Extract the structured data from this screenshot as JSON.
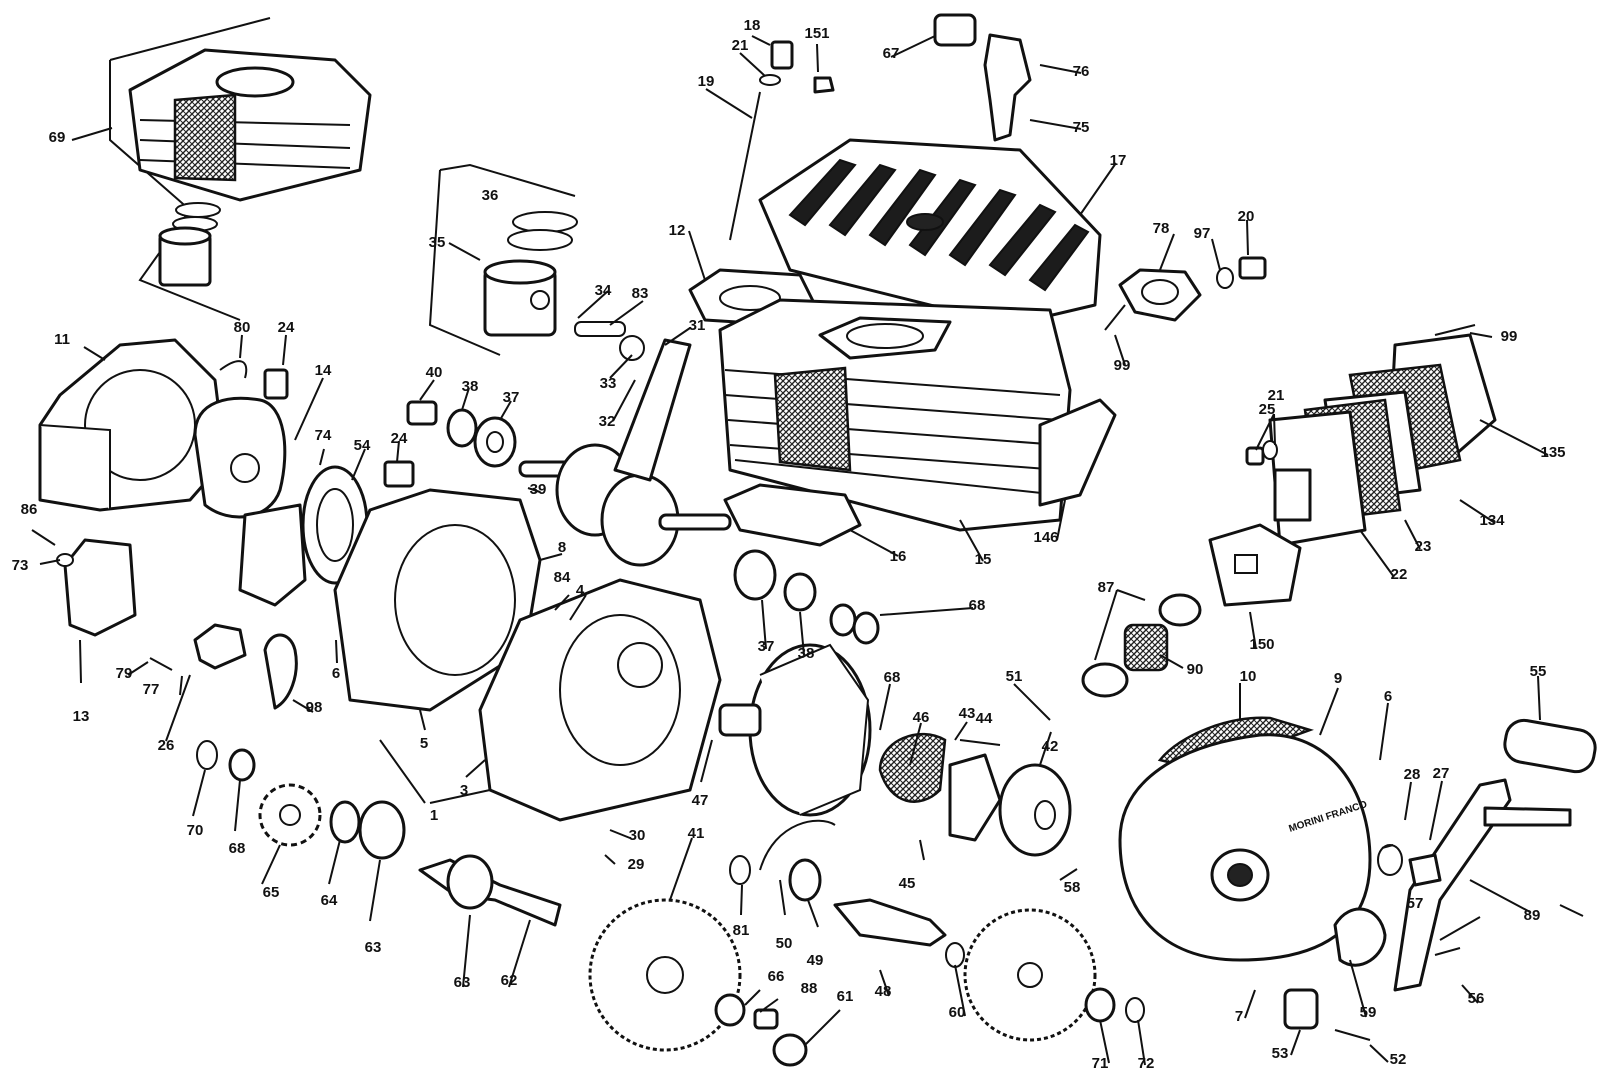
{
  "callouts": [
    {
      "id": "c69",
      "text": "69"
    },
    {
      "id": "c18",
      "text": "18"
    },
    {
      "id": "c151",
      "text": "151"
    },
    {
      "id": "c21a",
      "text": "21"
    },
    {
      "id": "c19",
      "text": "19"
    },
    {
      "id": "c67",
      "text": "67"
    },
    {
      "id": "c76",
      "text": "76"
    },
    {
      "id": "c75",
      "text": "75"
    },
    {
      "id": "c17",
      "text": "17"
    },
    {
      "id": "c36",
      "text": "36"
    },
    {
      "id": "c35",
      "text": "35"
    },
    {
      "id": "c12",
      "text": "12"
    },
    {
      "id": "c78",
      "text": "78"
    },
    {
      "id": "c97",
      "text": "97"
    },
    {
      "id": "c20",
      "text": "20"
    },
    {
      "id": "c34",
      "text": "34"
    },
    {
      "id": "c83",
      "text": "83"
    },
    {
      "id": "c31",
      "text": "31"
    },
    {
      "id": "c99a",
      "text": "99"
    },
    {
      "id": "c99b",
      "text": "99"
    },
    {
      "id": "c11",
      "text": "11"
    },
    {
      "id": "c80",
      "text": "80"
    },
    {
      "id": "c24a",
      "text": "24"
    },
    {
      "id": "c14",
      "text": "14"
    },
    {
      "id": "c40",
      "text": "40"
    },
    {
      "id": "c38a",
      "text": "38"
    },
    {
      "id": "c37a",
      "text": "37"
    },
    {
      "id": "c33",
      "text": "33"
    },
    {
      "id": "c32",
      "text": "32"
    },
    {
      "id": "c25",
      "text": "25"
    },
    {
      "id": "c21b",
      "text": "21"
    },
    {
      "id": "c135",
      "text": "135"
    },
    {
      "id": "c74",
      "text": "74"
    },
    {
      "id": "c54",
      "text": "54"
    },
    {
      "id": "c24b",
      "text": "24"
    },
    {
      "id": "c39",
      "text": "39"
    },
    {
      "id": "c146",
      "text": "146"
    },
    {
      "id": "c86",
      "text": "86"
    },
    {
      "id": "c134",
      "text": "134"
    },
    {
      "id": "c73",
      "text": "73"
    },
    {
      "id": "c8",
      "text": "8"
    },
    {
      "id": "c16",
      "text": "16"
    },
    {
      "id": "c15",
      "text": "15"
    },
    {
      "id": "c23",
      "text": "23"
    },
    {
      "id": "c22",
      "text": "22"
    },
    {
      "id": "c87",
      "text": "87"
    },
    {
      "id": "c84",
      "text": "84"
    },
    {
      "id": "c4",
      "text": "4"
    },
    {
      "id": "c68a",
      "text": "68"
    },
    {
      "id": "c150",
      "text": "150"
    },
    {
      "id": "c37b",
      "text": "37"
    },
    {
      "id": "c38b",
      "text": "38"
    },
    {
      "id": "c90",
      "text": "90"
    },
    {
      "id": "c13",
      "text": "13"
    },
    {
      "id": "c79",
      "text": "79"
    },
    {
      "id": "c77",
      "text": "77"
    },
    {
      "id": "c6a",
      "text": "6"
    },
    {
      "id": "c26",
      "text": "26"
    },
    {
      "id": "c98",
      "text": "98"
    },
    {
      "id": "c5",
      "text": "5"
    },
    {
      "id": "c68b",
      "text": "68"
    },
    {
      "id": "c51",
      "text": "51"
    },
    {
      "id": "c10",
      "text": "10"
    },
    {
      "id": "c9",
      "text": "9"
    },
    {
      "id": "c6b",
      "text": "6"
    },
    {
      "id": "c55",
      "text": "55"
    },
    {
      "id": "c46",
      "text": "46"
    },
    {
      "id": "c43",
      "text": "43"
    },
    {
      "id": "c44",
      "text": "44"
    },
    {
      "id": "c42",
      "text": "42"
    },
    {
      "id": "c3",
      "text": "3"
    },
    {
      "id": "c47",
      "text": "47"
    },
    {
      "id": "c28",
      "text": "28"
    },
    {
      "id": "c27",
      "text": "27"
    },
    {
      "id": "c70",
      "text": "70"
    },
    {
      "id": "c68c",
      "text": "68"
    },
    {
      "id": "c1",
      "text": "1"
    },
    {
      "id": "c30",
      "text": "30"
    },
    {
      "id": "c41",
      "text": "41"
    },
    {
      "id": "c65",
      "text": "65"
    },
    {
      "id": "c64",
      "text": "64"
    },
    {
      "id": "c29",
      "text": "29"
    },
    {
      "id": "c45",
      "text": "45"
    },
    {
      "id": "c58",
      "text": "58"
    },
    {
      "id": "c63a",
      "text": "63"
    },
    {
      "id": "c81",
      "text": "81"
    },
    {
      "id": "c50",
      "text": "50"
    },
    {
      "id": "c49",
      "text": "49"
    },
    {
      "id": "c57",
      "text": "57"
    },
    {
      "id": "c89",
      "text": "89"
    },
    {
      "id": "c63b",
      "text": "63"
    },
    {
      "id": "c62",
      "text": "62"
    },
    {
      "id": "c66",
      "text": "66"
    },
    {
      "id": "c88",
      "text": "88"
    },
    {
      "id": "c48",
      "text": "48"
    },
    {
      "id": "c60",
      "text": "60"
    },
    {
      "id": "c7",
      "text": "7"
    },
    {
      "id": "c59",
      "text": "59"
    },
    {
      "id": "c56",
      "text": "56"
    },
    {
      "id": "c61",
      "text": "61"
    },
    {
      "id": "c71",
      "text": "71"
    },
    {
      "id": "c72",
      "text": "72"
    },
    {
      "id": "c53",
      "text": "53"
    },
    {
      "id": "c52",
      "text": "52"
    }
  ],
  "cover_label": "MORINI FRANCO"
}
